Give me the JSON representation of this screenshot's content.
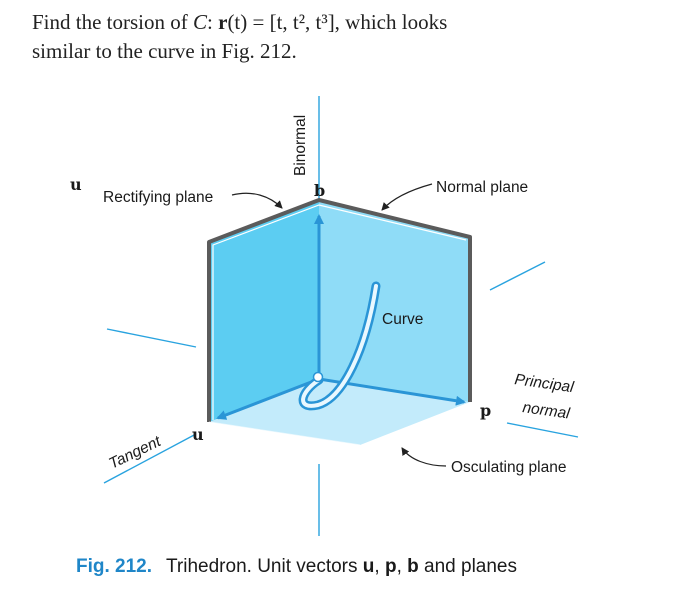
{
  "problem": {
    "line1_a": "Find the torsion of ",
    "curve_name": "C",
    "colon": ": ",
    "vec_r": "r",
    "args": "(t) = [t, t², t³], which looks",
    "line2": "similar to the curve in Fig. 212."
  },
  "figure": {
    "labels": {
      "u_top": "u",
      "rectifying_plane": "Rectifying plane",
      "binormal": "Binormal",
      "b": "b",
      "normal_plane": "Normal plane",
      "curve": "Curve",
      "principal": "Principal",
      "normal": "normal",
      "p": "p",
      "tangent": "Tangent",
      "u_tangent": "u",
      "osculating_plane": "Osculating plane"
    },
    "colors": {
      "plane_back": "#5ccdf2",
      "plane_right": "#8fdcf7",
      "plane_floor": "#c3ebfb",
      "axis_line": "#29a3df",
      "arrow": "#2a95d6",
      "frame": "#5b5b5b"
    }
  },
  "caption": {
    "fig_label": "Fig. 212.",
    "text_a": "Trihedron. Unit vectors ",
    "u": "u",
    "comma1": ", ",
    "p": "p",
    "comma2": ", ",
    "b": "b",
    "text_b": " and planes"
  }
}
